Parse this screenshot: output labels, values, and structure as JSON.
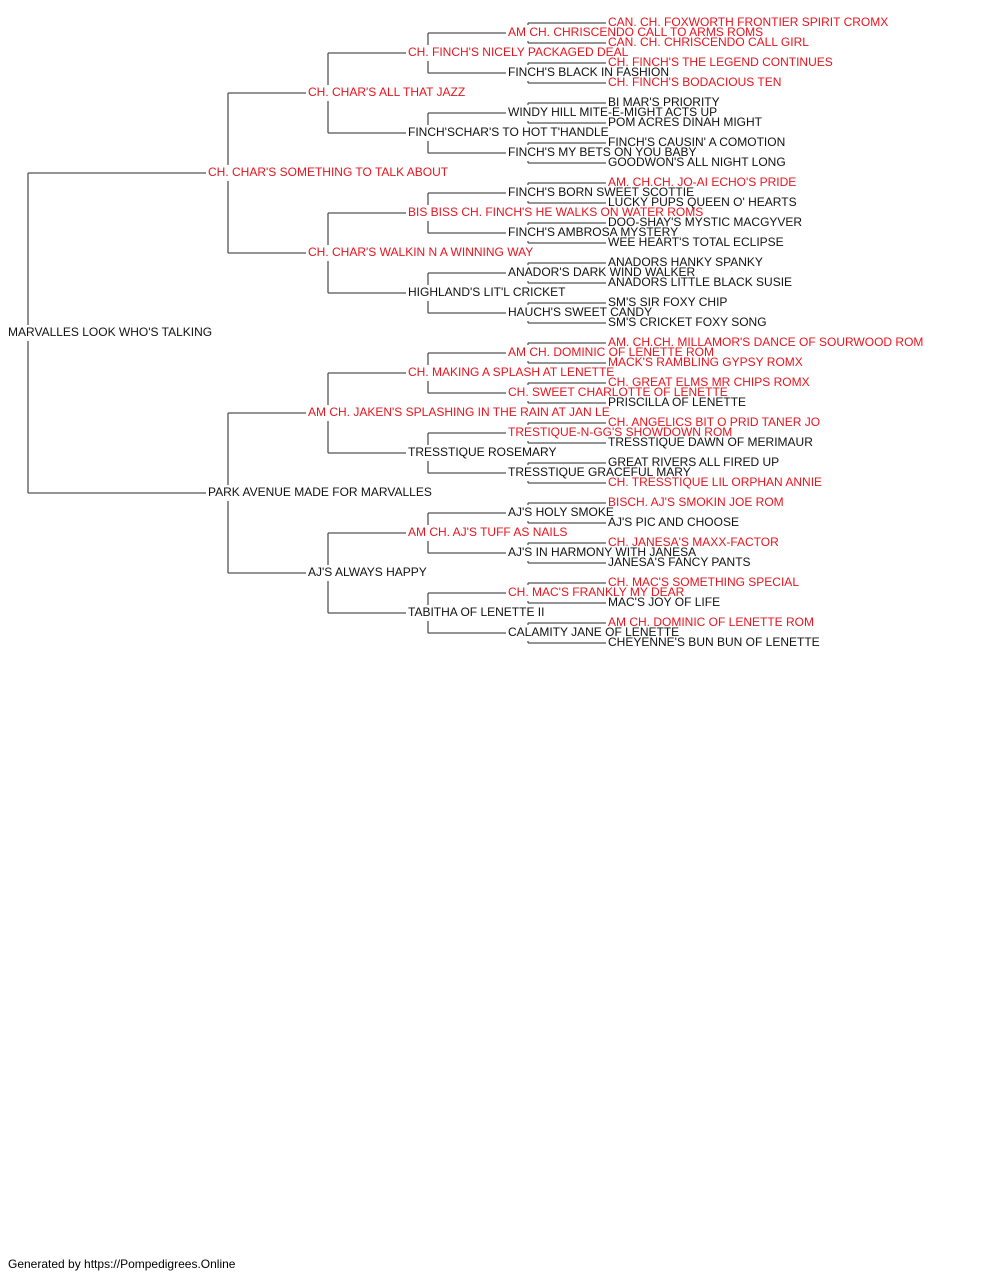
{
  "colors": {
    "champion": "#e8141e",
    "normal": "#111111",
    "line": "#555555"
  },
  "footer": "Generated by https://Pompedigrees.Online",
  "tree": {
    "name": "MARVALLES LOOK WHO'S TALKING",
    "ch": false,
    "sire": {
      "name": "CH. CHAR'S SOMETHING TO TALK ABOUT",
      "ch": true,
      "sire": {
        "name": "CH. CHAR'S ALL THAT JAZZ",
        "ch": true,
        "sire": {
          "name": "CH. FINCH'S NICELY PACKAGED DEAL",
          "ch": true,
          "sire": {
            "name": "AM CH. CHRISCENDO CALL TO ARMS ROMS",
            "ch": true,
            "sire": {
              "name": "CAN. CH. FOXWORTH FRONTIER SPIRIT CROMX",
              "ch": true
            },
            "dam": {
              "name": "CAN. CH. CHRISCENDO CALL GIRL",
              "ch": true
            }
          },
          "dam": {
            "name": "FINCH'S BLACK IN FASHION",
            "ch": false,
            "sire": {
              "name": "CH. FINCH'S THE LEGEND CONTINUES",
              "ch": true
            },
            "dam": {
              "name": "CH. FINCH'S BODACIOUS TEN",
              "ch": true
            }
          }
        },
        "dam": {
          "name": "FINCH'SCHAR'S TO HOT T'HANDLE",
          "ch": false,
          "sire": {
            "name": "WINDY HILL MITE-E-MIGHT ACTS UP",
            "ch": false,
            "sire": {
              "name": "BI MAR'S PRIORITY",
              "ch": false
            },
            "dam": {
              "name": "POM ACRES DINAH MIGHT",
              "ch": false
            }
          },
          "dam": {
            "name": "FINCH'S MY BETS ON YOU BABY",
            "ch": false,
            "sire": {
              "name": "FINCH'S CAUSIN' A COMOTION",
              "ch": false
            },
            "dam": {
              "name": "GOODWON'S ALL NIGHT LONG",
              "ch": false
            }
          }
        }
      },
      "dam": {
        "name": "CH. CHAR'S WALKIN N A WINNING WAY",
        "ch": true,
        "sire": {
          "name": "BIS BISS CH. FINCH'S HE WALKS ON WATER ROMS",
          "ch": true,
          "sire": {
            "name": "FINCH'S BORN SWEET SCOTTIE",
            "ch": false,
            "sire": {
              "name": "AM. CH.CH. JO-AI ECHO'S PRIDE",
              "ch": true
            },
            "dam": {
              "name": "LUCKY PUPS QUEEN O' HEARTS",
              "ch": false
            }
          },
          "dam": {
            "name": "FINCH'S AMBROSA MYSTERY",
            "ch": false,
            "sire": {
              "name": "DOO-SHAY'S MYSTIC MACGYVER",
              "ch": false
            },
            "dam": {
              "name": "WEE HEART'S TOTAL ECLIPSE",
              "ch": false
            }
          }
        },
        "dam": {
          "name": "HIGHLAND'S LIT'L CRICKET",
          "ch": false,
          "sire": {
            "name": "ANADOR'S DARK WIND WALKER",
            "ch": false,
            "sire": {
              "name": "ANADORS HANKY SPANKY",
              "ch": false
            },
            "dam": {
              "name": "ANADORS LITTLE BLACK SUSIE",
              "ch": false
            }
          },
          "dam": {
            "name": "HAUCH'S SWEET CANDY",
            "ch": false,
            "sire": {
              "name": "SM'S SIR FOXY CHIP",
              "ch": false
            },
            "dam": {
              "name": "SM'S CRICKET FOXY SONG",
              "ch": false
            }
          }
        }
      }
    },
    "dam": {
      "name": "PARK AVENUE MADE FOR MARVALLES",
      "ch": false,
      "sire": {
        "name": "AM CH. JAKEN'S SPLASHING IN THE RAIN AT JAN LE",
        "ch": true,
        "sire": {
          "name": "CH. MAKING A SPLASH AT LENETTE",
          "ch": true,
          "sire": {
            "name": "AM CH. DOMINIC OF LENETTE ROM",
            "ch": true,
            "sire": {
              "name": "AM. CH.CH. MILLAMOR'S DANCE OF SOURWOOD ROM",
              "ch": true
            },
            "dam": {
              "name": "MACK'S RAMBLING GYPSY ROMX",
              "ch": true
            }
          },
          "dam": {
            "name": "CH. SWEET CHARLOTTE OF LENETTE",
            "ch": true,
            "sire": {
              "name": "CH. GREAT ELMS MR CHIPS ROMX",
              "ch": true
            },
            "dam": {
              "name": "PRISCILLA OF LENETTE",
              "ch": false
            }
          }
        },
        "dam": {
          "name": "TRESSTIQUE ROSEMARY",
          "ch": false,
          "sire": {
            "name": "TRESTIQUE-N-GG'S SHOWDOWN ROM",
            "ch": true,
            "sire": {
              "name": "CH. ANGELICS BIT O PRID TANER JO",
              "ch": true
            },
            "dam": {
              "name": "TRESSTIQUE DAWN OF MERIMAUR",
              "ch": false
            }
          },
          "dam": {
            "name": "TRESSTIQUE GRACEFUL MARY",
            "ch": false,
            "sire": {
              "name": "GREAT RIVERS ALL FIRED UP",
              "ch": false
            },
            "dam": {
              "name": "CH. TRESSTIQUE LIL ORPHAN ANNIE",
              "ch": true
            }
          }
        }
      },
      "dam": {
        "name": "AJ'S ALWAYS HAPPY",
        "ch": false,
        "sire": {
          "name": "AM CH. AJ'S TUFF AS NAILS",
          "ch": true,
          "sire": {
            "name": "AJ'S HOLY SMOKE",
            "ch": false,
            "sire": {
              "name": "BISCH. AJ'S SMOKIN JOE ROM",
              "ch": true
            },
            "dam": {
              "name": "AJ'S PIC AND CHOOSE",
              "ch": false
            }
          },
          "dam": {
            "name": "AJ'S IN HARMONY WITH JANESA",
            "ch": false,
            "sire": {
              "name": "CH. JANESA'S MAXX-FACTOR",
              "ch": true
            },
            "dam": {
              "name": "JANESA'S FANCY PANTS",
              "ch": false
            }
          }
        },
        "dam": {
          "name": "TABITHA OF LENETTE II",
          "ch": false,
          "sire": {
            "name": "CH. MAC'S FRANKLY MY DEAR",
            "ch": true,
            "sire": {
              "name": "CH. MAC'S SOMETHING SPECIAL",
              "ch": true
            },
            "dam": {
              "name": "MAC'S JOY OF LIFE",
              "ch": false
            }
          },
          "dam": {
            "name": "CALAMITY JANE OF LENETTE",
            "ch": false,
            "sire": {
              "name": "AM CH. DOMINIC OF LENETTE ROM",
              "ch": true
            },
            "dam": {
              "name": "CHEYENNE'S BUN BUN OF LENETTE",
              "ch": false
            }
          }
        }
      }
    }
  }
}
